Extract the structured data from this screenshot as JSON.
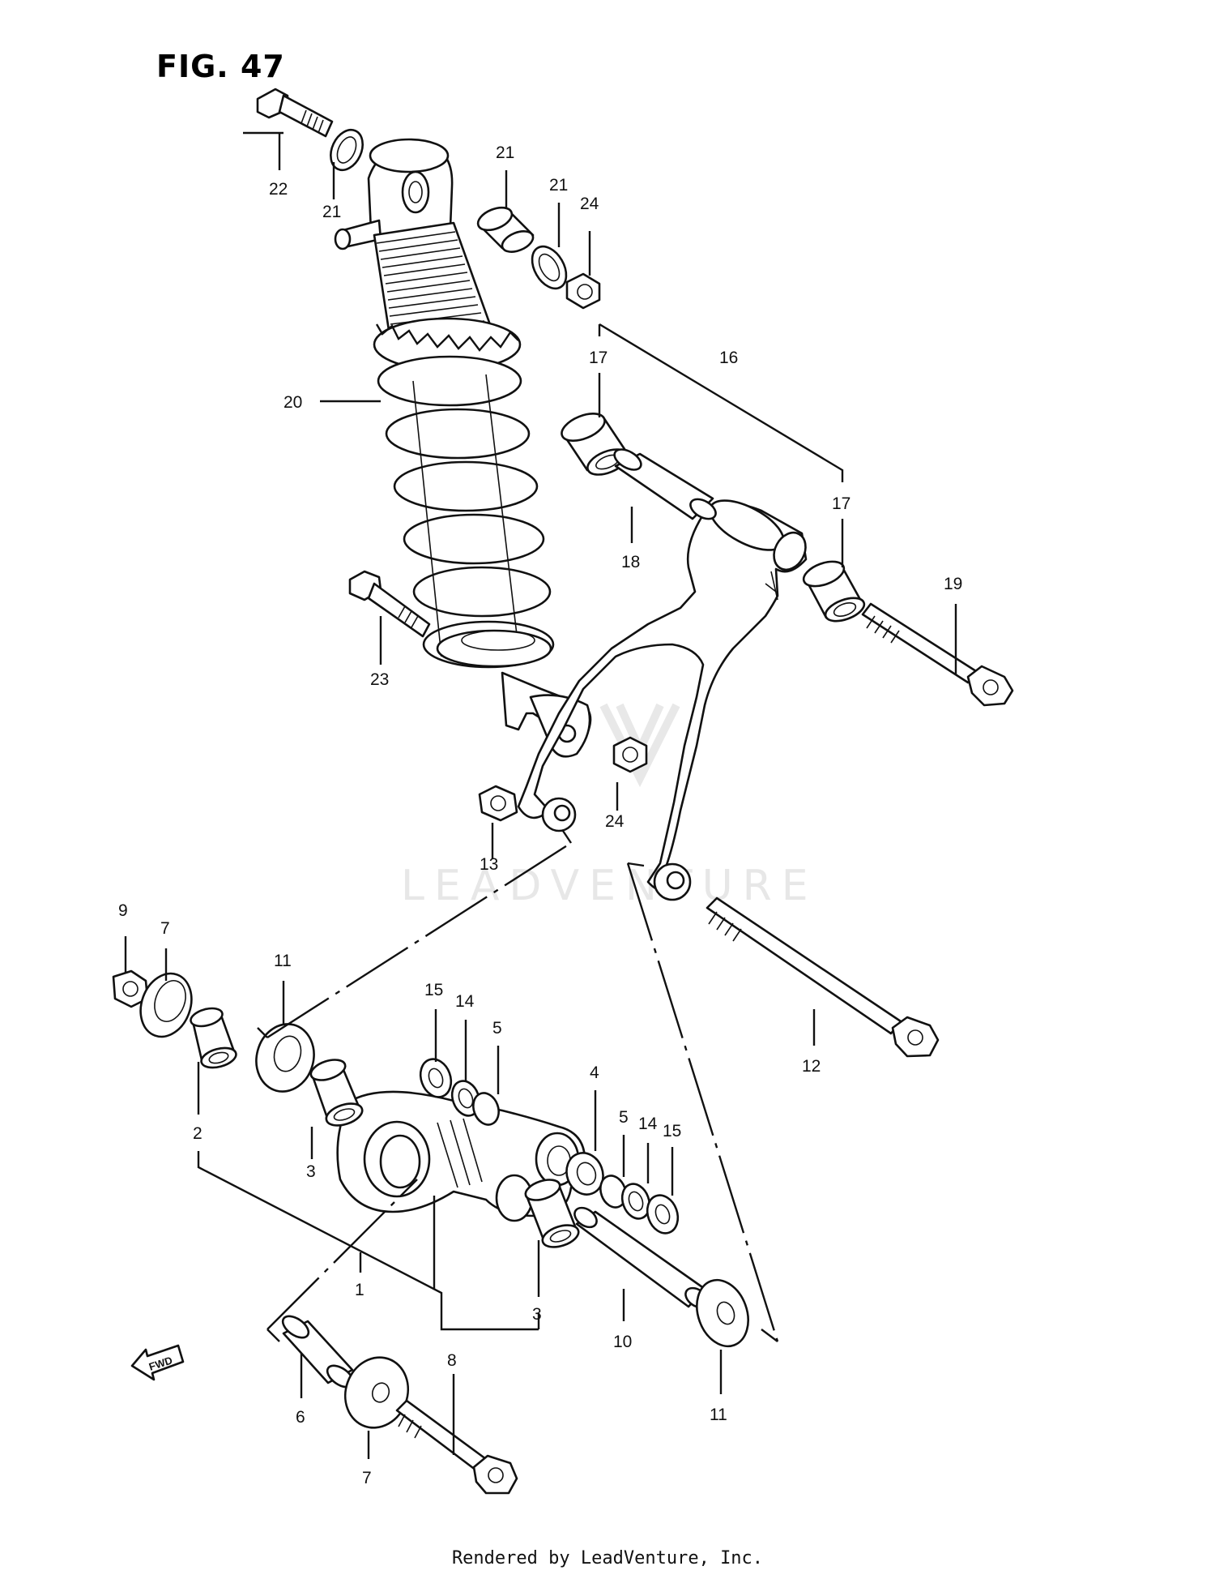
{
  "figure": {
    "title": "FIG. 47",
    "footer": "Rendered by LeadVenture, Inc.",
    "watermark": "LEADVENTURE",
    "fwd_label": "FWD"
  },
  "callouts": [
    "22",
    "21",
    "21",
    "21",
    "24",
    "17",
    "16",
    "17",
    "18",
    "19",
    "20",
    "23",
    "24",
    "13",
    "9",
    "7",
    "11",
    "15",
    "14",
    "5",
    "4",
    "5",
    "14",
    "15",
    "2",
    "3",
    "1",
    "3",
    "10",
    "12",
    "6",
    "8",
    "7",
    "11"
  ]
}
